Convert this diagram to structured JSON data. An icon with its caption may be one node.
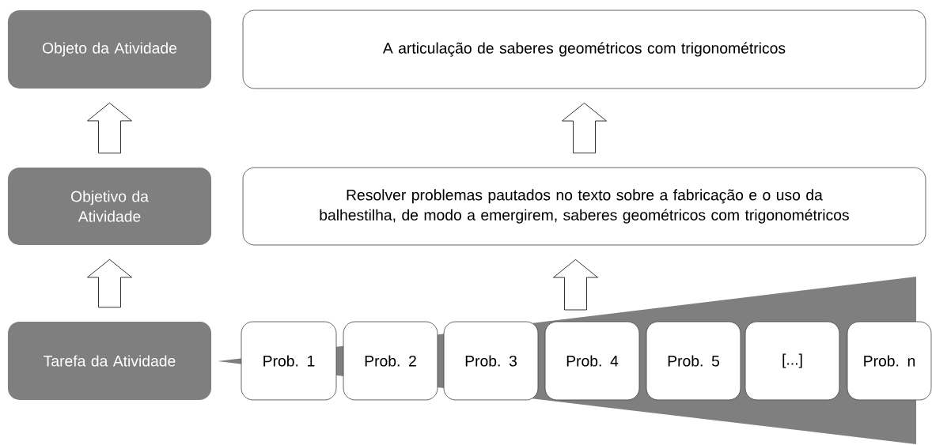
{
  "diagram": {
    "nodes": [
      {
        "text": [
          "Objeto da Atividade"
        ]
      },
      {
        "text": [
          "A articulação de saberes geométricos com trigonométricos"
        ]
      },
      {
        "text": [
          "Objetivo da Atividade"
        ]
      },
      {
        "text": [
          "Resolver problemas pautados no texto sobre a fabricação e o uso da balhestilha, de modo a emergirem, saberes geométricos com trigonométricos"
        ]
      },
      {
        "text": [
          "Tarefa da Atividade"
        ]
      },
      {
        "text": [
          "Prob. 1"
        ]
      },
      {
        "text": [
          "Prob. 2"
        ]
      },
      {
        "text": [
          "Prob. 3"
        ]
      },
      {
        "text": [
          "Prob. 4"
        ]
      },
      {
        "text": [
          "Prob. 5"
        ]
      },
      {
        "text": [
          "[...]"
        ]
      },
      {
        "text": [
          "Prob. n"
        ]
      }
    ],
    "edges": [
      {
        "from": 2,
        "to": 0,
        "arrow": "to"
      },
      {
        "from": 3,
        "to": 1,
        "arrow": "to"
      },
      {
        "from": 4,
        "to": 2,
        "arrow": "to"
      },
      {
        "from": null,
        "to": 3,
        "arrow": "to"
      }
    ]
  }
}
